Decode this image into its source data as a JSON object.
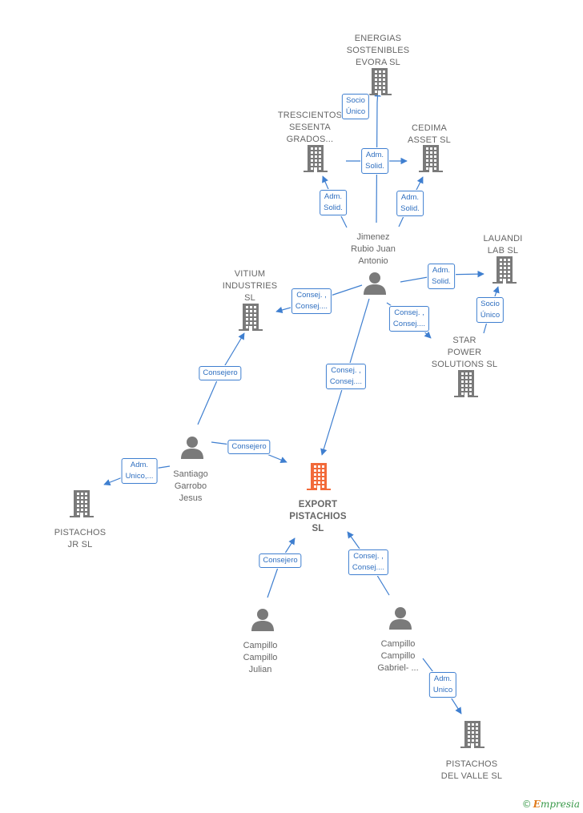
{
  "colors": {
    "node": "#7a7a7a",
    "center": "#f26a3a",
    "edge": "#3f7fd0"
  },
  "nodes": [
    {
      "id": "energias",
      "type": "company",
      "label": "ENERGIAS\nSOSTENIBLES\nEVORA  SL"
    },
    {
      "id": "trescientos",
      "type": "company",
      "label": "TRESCIENTOS\nSESENTA\nGRADOS..."
    },
    {
      "id": "cedima",
      "type": "company",
      "label": "CEDIMA\nASSET  SL"
    },
    {
      "id": "jimenez",
      "type": "person",
      "label": "Jimenez\nRubio Juan\nAntonio"
    },
    {
      "id": "lauandi",
      "type": "company",
      "label": "LAUANDI\nLAB  SL"
    },
    {
      "id": "vitium",
      "type": "company",
      "label": "VITIUM\nINDUSTRIES\nSL"
    },
    {
      "id": "starpower",
      "type": "company",
      "label": "STAR\nPOWER\nSOLUTIONS  SL"
    },
    {
      "id": "santiago",
      "type": "person",
      "label": "Santiago\nGarrobo\nJesus"
    },
    {
      "id": "export",
      "type": "center",
      "label": "EXPORT\nPISTACHIOS\nSL"
    },
    {
      "id": "pistachosjr",
      "type": "company",
      "label": "PISTACHOS\nJR  SL"
    },
    {
      "id": "campillojulian",
      "type": "person",
      "label": "Campillo\nCampillo\nJulian"
    },
    {
      "id": "campillogabriel",
      "type": "person",
      "label": "Campillo\nCampillo\nGabriel- ..."
    },
    {
      "id": "pistachosvalle",
      "type": "company",
      "label": "PISTACHOS\nDEL VALLE  SL"
    }
  ],
  "edges": [
    {
      "id": "e1",
      "label": "Socio\nÚnico"
    },
    {
      "id": "e2",
      "label": "Adm.\nSolid."
    },
    {
      "id": "e3",
      "label": "Adm.\nSolid."
    },
    {
      "id": "e4",
      "label": "Adm.\nSolid."
    },
    {
      "id": "e5",
      "label": "Adm.\nSolid."
    },
    {
      "id": "e6",
      "label": "Socio\nÚnico"
    },
    {
      "id": "e7",
      "label": "Consej. ,\nConsej...."
    },
    {
      "id": "e8",
      "label": "Consej. ,\nConsej...."
    },
    {
      "id": "e9",
      "label": "Consej. ,\nConsej...."
    },
    {
      "id": "e10",
      "label": "Consejero"
    },
    {
      "id": "e11",
      "label": "Consejero"
    },
    {
      "id": "e12",
      "label": "Adm.\nUnico,..."
    },
    {
      "id": "e13",
      "label": "Consejero"
    },
    {
      "id": "e14",
      "label": "Consej. ,\nConsej...."
    },
    {
      "id": "e15",
      "label": "Adm.\nUnico"
    }
  ],
  "brand": {
    "copyright": "©",
    "name_first": "E",
    "name_rest": "mpresia"
  }
}
